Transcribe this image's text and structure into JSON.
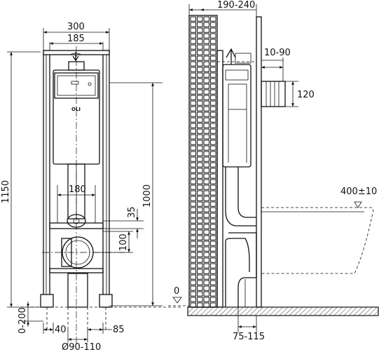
{
  "front_view": {
    "dim_total_width": "300",
    "dim_frame_inner_width": "185",
    "dim_total_height": "1150",
    "dim_bowl_height": "1000",
    "dim_pan_width": "180",
    "dim_35": "35",
    "dim_100": "100",
    "dim_adjust_range": "0-200",
    "dim_40": "40",
    "dim_85": "85",
    "dim_pipe_diameter": "Ø90-110",
    "cistern_logo": "OLI"
  },
  "side_view": {
    "dim_wall_depth": "190-240",
    "dim_plate_offset": "10-90",
    "dim_inlet": "120",
    "dim_seat_height": "400±10",
    "dim_floor_zero": "0",
    "dim_drain_offset": "75-115"
  }
}
